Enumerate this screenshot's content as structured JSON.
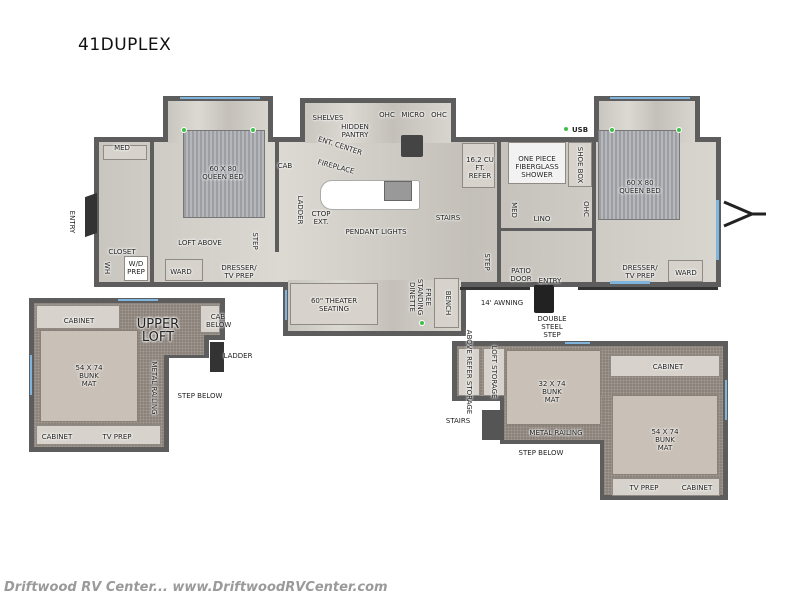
{
  "title": "41DUPLEX",
  "watermark": "Driftwood RV Center... www.DriftwoodRVCenter.com",
  "colors": {
    "wall": "#5d5d5d",
    "window": "#7fb4dc",
    "usb_dot": "#3fbf4a"
  },
  "main_floor": {
    "rear_bath": {
      "med": "MED",
      "closet": "CLOSET",
      "wh": "WH",
      "wd_prep": "W/D PREP",
      "entry": "ENTRY"
    },
    "rear_bedroom": {
      "bed": "60 X 80 QUEEN BED",
      "cab": "CAB",
      "loft_above": "LOFT ABOVE",
      "step": "STEP",
      "ward": "WARD",
      "dresser": "DRESSER/ TV PREP"
    },
    "living": {
      "shelves": "SHELVES",
      "hidden_pantry": "HIDDEN PANTRY",
      "ohc_left": "OHC",
      "micro": "MICRO",
      "ohc_right": "OHC",
      "ent_center": "ENT. CENTER",
      "fireplace": "FIREPLACE",
      "ladder": "LADDER",
      "ctop_ext": "CTOP EXT.",
      "pendant_lights": "PENDANT LIGHTS",
      "stairs": "STAIRS",
      "refer": "16.2 CU FT. REFER",
      "step": "STEP",
      "theater": "60\" THEATER SEATING",
      "dinette": "FREE STANDING DINETTE",
      "bench": "BENCH",
      "awning": "14' AWNING",
      "patio_door": "PATIO DOOR",
      "entry": "ENTRY",
      "double_step": "DOUBLE STEEL STEP"
    },
    "front_bath": {
      "usb": "USB",
      "shower": "ONE PIECE FIBERGLASS SHOWER",
      "shoe_box": "SHOE BOX",
      "med": "MED",
      "lino": "LINO",
      "ohc": "OHC"
    },
    "front_bedroom": {
      "bed": "60 X 80 QUEEN BED",
      "dresser": "DRESSER/ TV PREP",
      "ward": "WARD"
    }
  },
  "upper_loft": {
    "heading": "UPPER LOFT",
    "cabinet_top": "CABINET",
    "cab_below": "CAB BELOW",
    "ladder": "LADDER",
    "bunk": "54 X 74 BUNK MAT",
    "railing": "METAL RAILING",
    "step_below": "STEP BELOW",
    "cabinet_bottom": "CABINET",
    "tv_prep": "TV PREP"
  },
  "front_loft": {
    "above_refer": "ABOVE REFER STORAGE",
    "loft_storage": "LOFT STORAGE",
    "bunk_small": "32 X 74 BUNK MAT",
    "cabinet_top": "CABINET",
    "stairs": "STAIRS",
    "railing": "METAL RAILING",
    "step_below": "STEP BELOW",
    "bunk": "54 X 74 BUNK MAT",
    "tv_prep": "TV PREP",
    "cabinet_bottom": "CABINET"
  }
}
